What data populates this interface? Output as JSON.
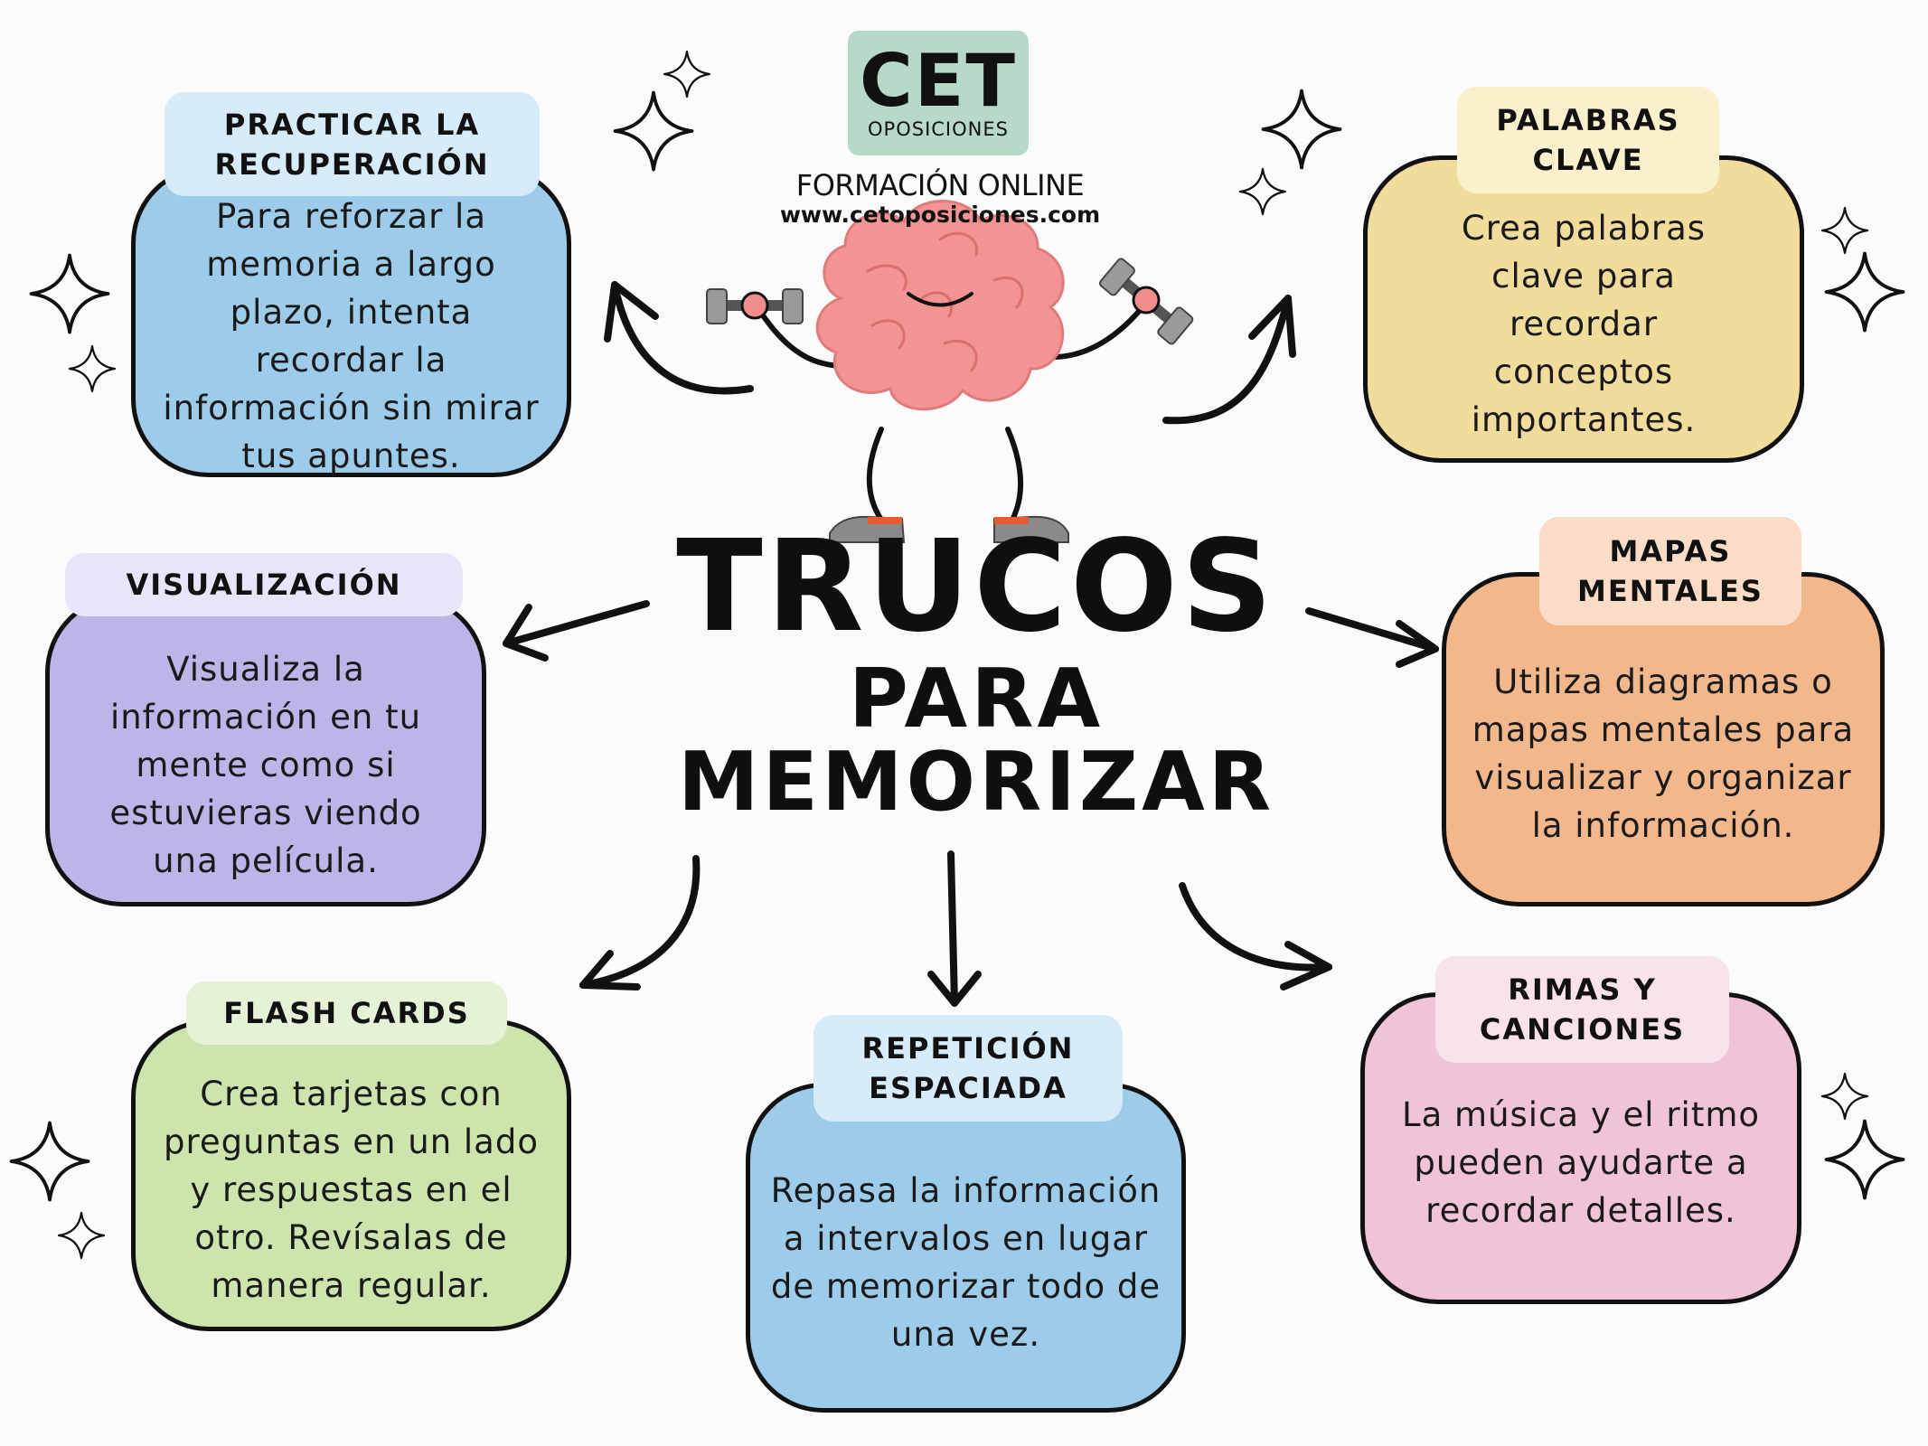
{
  "logo": {
    "main": "CET",
    "sub": "OPOSICIONES",
    "tagline": "FORMACIÓN ONLINE",
    "url": "www.cetoposiciones.com"
  },
  "title": {
    "line1": "TRUCOS",
    "line2": "PARA",
    "line3": "MEMORIZAR"
  },
  "cards": {
    "practicar": {
      "tag": "PRACTICAR LA\nRECUPERACIÓN",
      "body": "Para reforzar la memoria a largo plazo, intenta recordar la información sin mirar tus apuntes.",
      "color": "#9dcbea",
      "tag_color": "#d6ecfb"
    },
    "palabras": {
      "tag": "PALABRAS\nCLAVE",
      "body": "Crea palabras clave para recordar conceptos importantes.",
      "color": "#f2dc9c",
      "tag_color": "#fbf0cc"
    },
    "visualizacion": {
      "tag": "VISUALIZACIÓN",
      "body": "Visualiza la información en tu mente como si estuvieras viendo una película.",
      "color": "#bdb4e8",
      "tag_color": "#e8e5fa"
    },
    "mapas": {
      "tag": "MAPAS\nMENTALES",
      "body": "Utiliza diagramas o mapas mentales para visualizar y organizar la información.",
      "color": "#f2b88c",
      "tag_color": "#fbdcc7"
    },
    "flash": {
      "tag": "FLASH CARDS",
      "body": "Crea tarjetas con preguntas en un lado y respuestas en el otro. Revísalas de manera regular.",
      "color": "#cde5ad",
      "tag_color": "#e6f2d5"
    },
    "repeticion": {
      "tag": "REPETICIÓN\nESPACIADA",
      "body": "Repasa la información a intervalos en lugar de memorizar todo de una vez.",
      "color": "#9dcbea",
      "tag_color": "#d6ecfb"
    },
    "rimas": {
      "tag": "RIMAS Y\nCANCIONES",
      "body": "La música y el ritmo pueden ayudarte a recordar detalles.",
      "color": "#f0c3d6",
      "tag_color": "#fae2ec"
    }
  },
  "icons": {
    "brain": "brain-lifting-weights-icon",
    "sparkle": "sparkle-icon",
    "arrow": "curved-arrow-icon"
  }
}
